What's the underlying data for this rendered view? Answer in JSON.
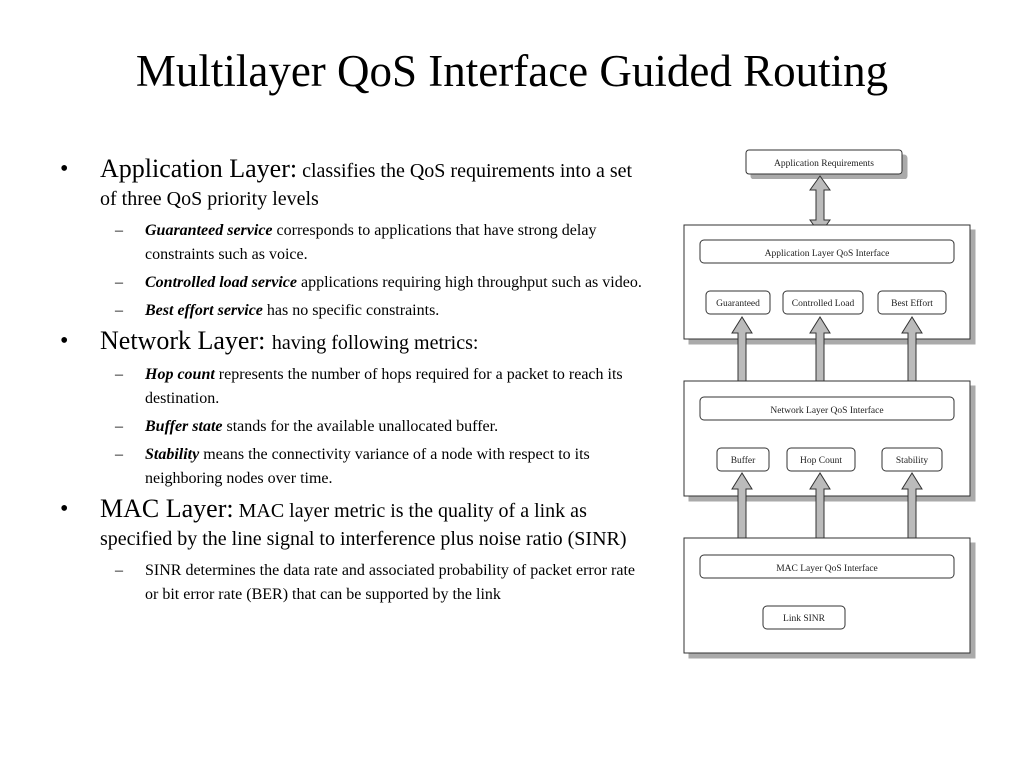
{
  "title": "Multilayer QoS Interface Guided Routing",
  "bullets": [
    {
      "head": "Application Layer:",
      "text": " classifies the QoS requirements into a set of three QoS priority levels",
      "subs": [
        {
          "term": "Guaranteed service",
          "text": " corresponds to applications that have strong delay constraints such as voice."
        },
        {
          "term": "Controlled load service",
          "text": "  applications requiring high throughput such as video."
        },
        {
          "term": "Best effort service",
          "text": " has no specific constraints."
        }
      ]
    },
    {
      "head": "Network Layer: ",
      "text": " having following metrics:",
      "subs": [
        {
          "term": "Hop count",
          "text": " represents the number of hops required for a packet to reach its destination."
        },
        {
          "term": "Buffer state",
          "text": " stands for the available unallocated buffer."
        },
        {
          "term": " Stability",
          "text": " means the connectivity variance of a node with respect to its neighboring nodes over time."
        }
      ]
    },
    {
      "head": "MAC Layer:",
      "text": " MAC layer metric is the quality of a link as specified by the line signal to interference plus noise ratio (SINR)",
      "subs": [
        {
          "term": "",
          "text": "SINR determines the data rate and associated probability of packet error rate or bit error rate (BER) that can be supported by the link"
        }
      ]
    }
  ],
  "diagram": {
    "app_requirements": "Application Requirements",
    "app_interface": "Application Layer QoS Interface",
    "app_classes": [
      "Guaranteed",
      "Controlled Load",
      "Best Effort"
    ],
    "net_interface": "Network Layer QoS Interface",
    "net_metrics": [
      "Buffer",
      "Hop Count",
      "Stability"
    ],
    "mac_interface": "MAC Layer QoS Interface",
    "mac_metric": "Link SINR"
  }
}
